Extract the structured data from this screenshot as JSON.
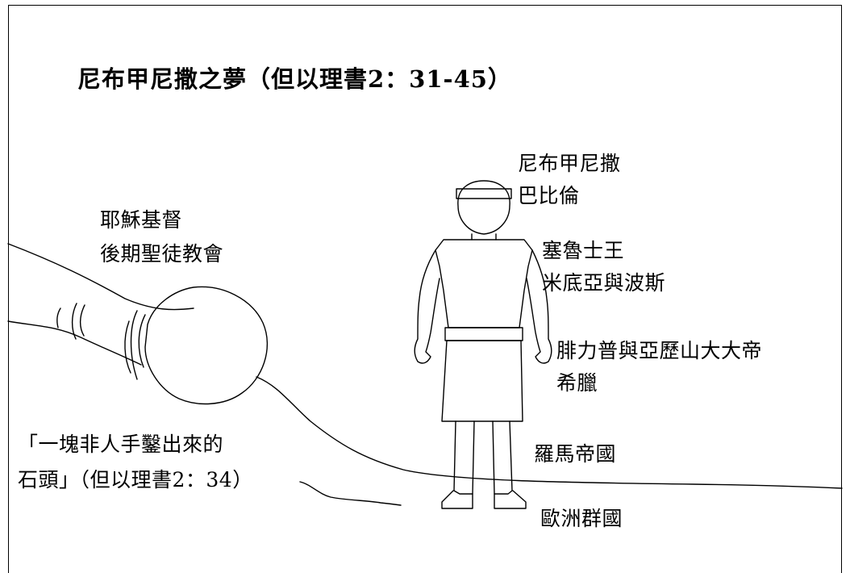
{
  "title": "尼布甲尼撒之夢（但以理書2：31-45）",
  "labels": {
    "head": "尼布甲尼撒",
    "head_kingdom": "巴比倫",
    "chest": "塞魯士王",
    "chest_kingdom": "米底亞與波斯",
    "belly": "腓力普與亞歷山大大帝",
    "belly_kingdom": "希臘",
    "legs": "羅馬帝國",
    "feet": "歐洲群國",
    "stone_line1": "耶穌基督",
    "stone_line2": "後期聖徒教會",
    "quote_line1": "「一塊非人手鑿出來的",
    "quote_line2": "石頭」（但以理書2：34）"
  }
}
